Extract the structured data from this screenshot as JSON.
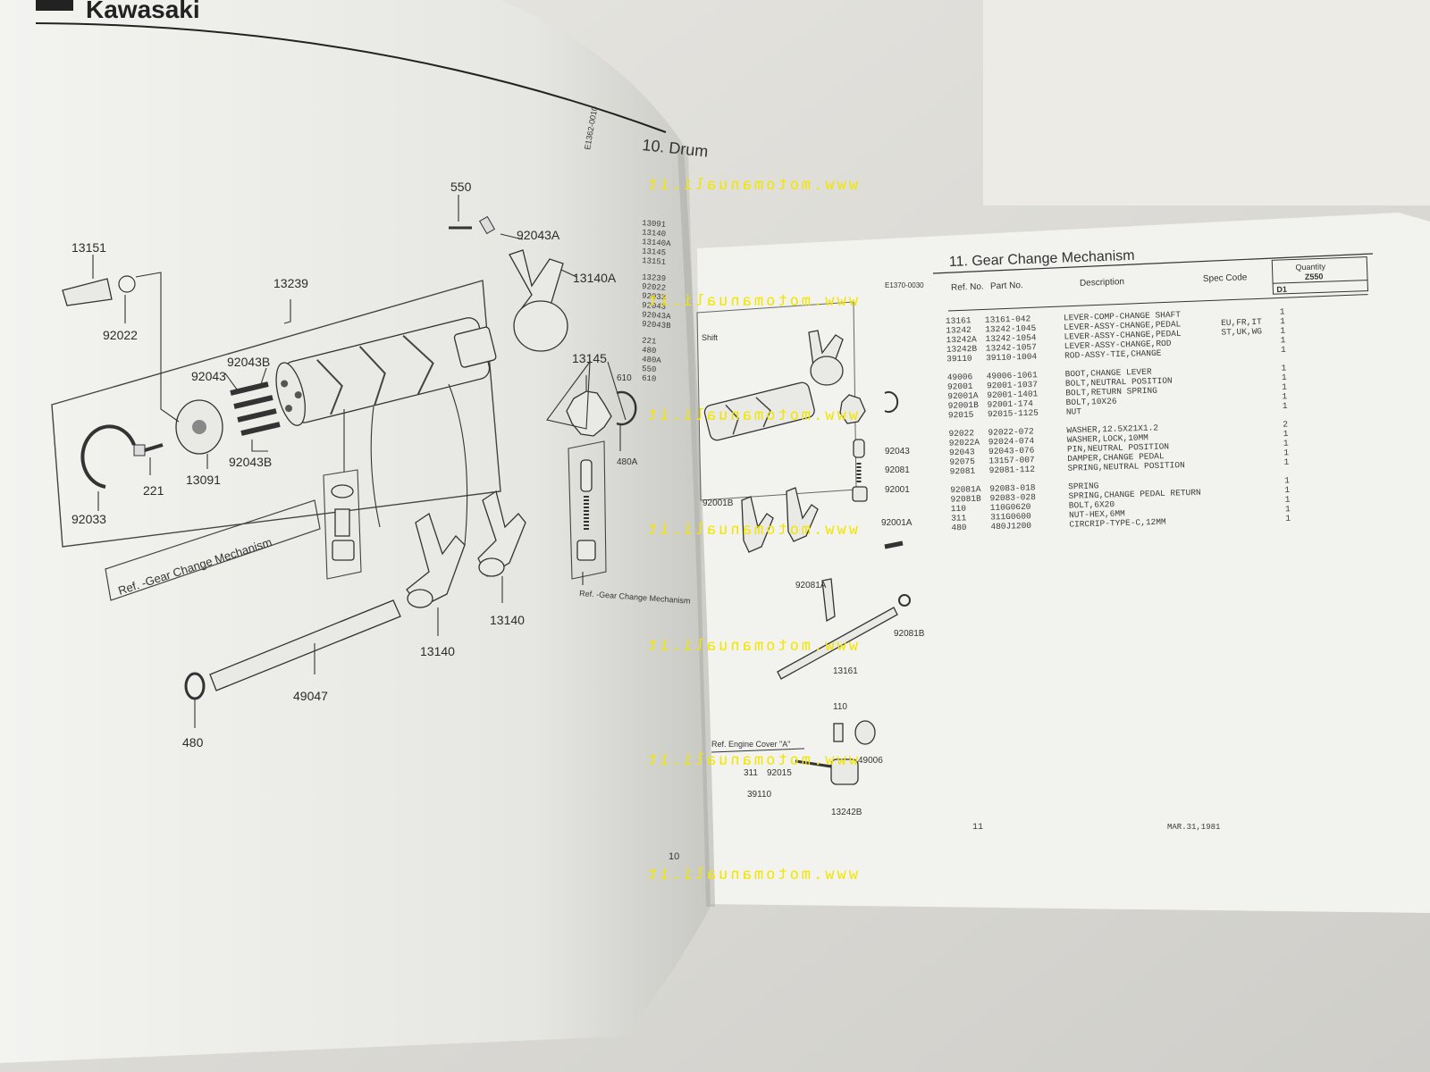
{
  "left_page": {
    "brand": "Kawasaki",
    "code": "E1362-0010",
    "section_title_partial": "10. Drum",
    "page_number": "10",
    "ref_box_label": "Ref. -Gear Change Mechanism",
    "ref_small_label": "Ref. -Gear Change Mechanism",
    "ref_numbers": [
      "13151",
      "92022",
      "13239",
      "550",
      "92043A",
      "13140A",
      "92043B",
      "92043",
      "92043B",
      "221",
      "13091",
      "92033",
      "13145",
      "610",
      "480A",
      "13140",
      "13140",
      "49047",
      "480"
    ],
    "partial_table_rows": [
      "13091",
      "13140",
      "13140A",
      "13145",
      "13151",
      "13239",
      "92022",
      "92033",
      "92043",
      "92043A",
      "92043B",
      "221",
      "480",
      "480A",
      "550",
      "610"
    ]
  },
  "right_page": {
    "code": "E1370-0030",
    "section_title": "11. Gear Change Mechanism",
    "shift_label": "Shift",
    "ref_engine_cover": "Ref. Engine Cover \"A\"",
    "page_number": "11",
    "date": "MAR.31,1981",
    "diagram_refs": [
      "92043",
      "92081",
      "92001",
      "92001B",
      "92001A",
      "92081A",
      "92081B",
      "13161",
      "110",
      "49006",
      "311",
      "92015",
      "39110",
      "13242B"
    ],
    "table": {
      "headers": {
        "ref_no": "Ref. No.",
        "part_no": "Part No.",
        "description": "Description",
        "spec_code": "Spec Code",
        "quantity": "Quantity",
        "model": "Z550",
        "sub": "D1"
      },
      "groups": [
        [
          {
            "ref": "13161",
            "part": "13161-042",
            "desc": "LEVER-COMP-CHANGE SHAFT",
            "spec": "",
            "qty": "1"
          },
          {
            "ref": "13242",
            "part": "13242-1045",
            "desc": "LEVER-ASSY-CHANGE,PEDAL",
            "spec": "EU,FR,IT",
            "qty": "1"
          },
          {
            "ref": "13242A",
            "part": "13242-1054",
            "desc": "LEVER-ASSY-CHANGE,PEDAL",
            "spec": "ST,UK,WG",
            "qty": "1"
          },
          {
            "ref": "13242B",
            "part": "13242-1057",
            "desc": "LEVER-ASSY-CHANGE,ROD",
            "spec": "",
            "qty": "1"
          },
          {
            "ref": "39110",
            "part": "39110-1004",
            "desc": "ROD-ASSY-TIE,CHANGE",
            "spec": "",
            "qty": "1"
          }
        ],
        [
          {
            "ref": "49006",
            "part": "49006-1061",
            "desc": "BOOT,CHANGE LEVER",
            "spec": "",
            "qty": "1"
          },
          {
            "ref": "92001",
            "part": "92001-1037",
            "desc": "BOLT,NEUTRAL POSITION",
            "spec": "",
            "qty": "1"
          },
          {
            "ref": "92001A",
            "part": "92001-1401",
            "desc": "BOLT,RETURN SPRING",
            "spec": "",
            "qty": "1"
          },
          {
            "ref": "92001B",
            "part": "92001-174",
            "desc": "BOLT,10X26",
            "spec": "",
            "qty": "1"
          },
          {
            "ref": "92015",
            "part": "92015-1125",
            "desc": "NUT",
            "spec": "",
            "qty": "1"
          }
        ],
        [
          {
            "ref": "92022",
            "part": "92022-072",
            "desc": "WASHER,12.5X21X1.2",
            "spec": "",
            "qty": "2"
          },
          {
            "ref": "92022A",
            "part": "92024-074",
            "desc": "WASHER,LOCK,10MM",
            "spec": "",
            "qty": "1"
          },
          {
            "ref": "92043",
            "part": "92043-076",
            "desc": "PIN,NEUTRAL POSITION",
            "spec": "",
            "qty": "1"
          },
          {
            "ref": "92075",
            "part": "13157-007",
            "desc": "DAMPER,CHANGE PEDAL",
            "spec": "",
            "qty": "1"
          },
          {
            "ref": "92081",
            "part": "92081-112",
            "desc": "SPRING,NEUTRAL POSITION",
            "spec": "",
            "qty": "1"
          }
        ],
        [
          {
            "ref": "92081A",
            "part": "92083-018",
            "desc": "SPRING",
            "spec": "",
            "qty": "1"
          },
          {
            "ref": "92081B",
            "part": "92083-028",
            "desc": "SPRING,CHANGE PEDAL RETURN",
            "spec": "",
            "qty": "1"
          },
          {
            "ref": "110",
            "part": "110G0620",
            "desc": "BOLT,6X20",
            "spec": "",
            "qty": "1"
          },
          {
            "ref": "311",
            "part": "311G0600",
            "desc": "NUT-HEX,6MM",
            "spec": "",
            "qty": "1"
          },
          {
            "ref": "480",
            "part": "480J1200",
            "desc": "CIRCRIP-TYPE-C,12MM",
            "spec": "",
            "qty": "1"
          }
        ]
      ]
    }
  },
  "watermark": "www.motomanuali.it",
  "colors": {
    "watermark": "#f2e600",
    "paper": "#f4f4f1",
    "ink": "#333333",
    "background": "#d9d8d3"
  }
}
